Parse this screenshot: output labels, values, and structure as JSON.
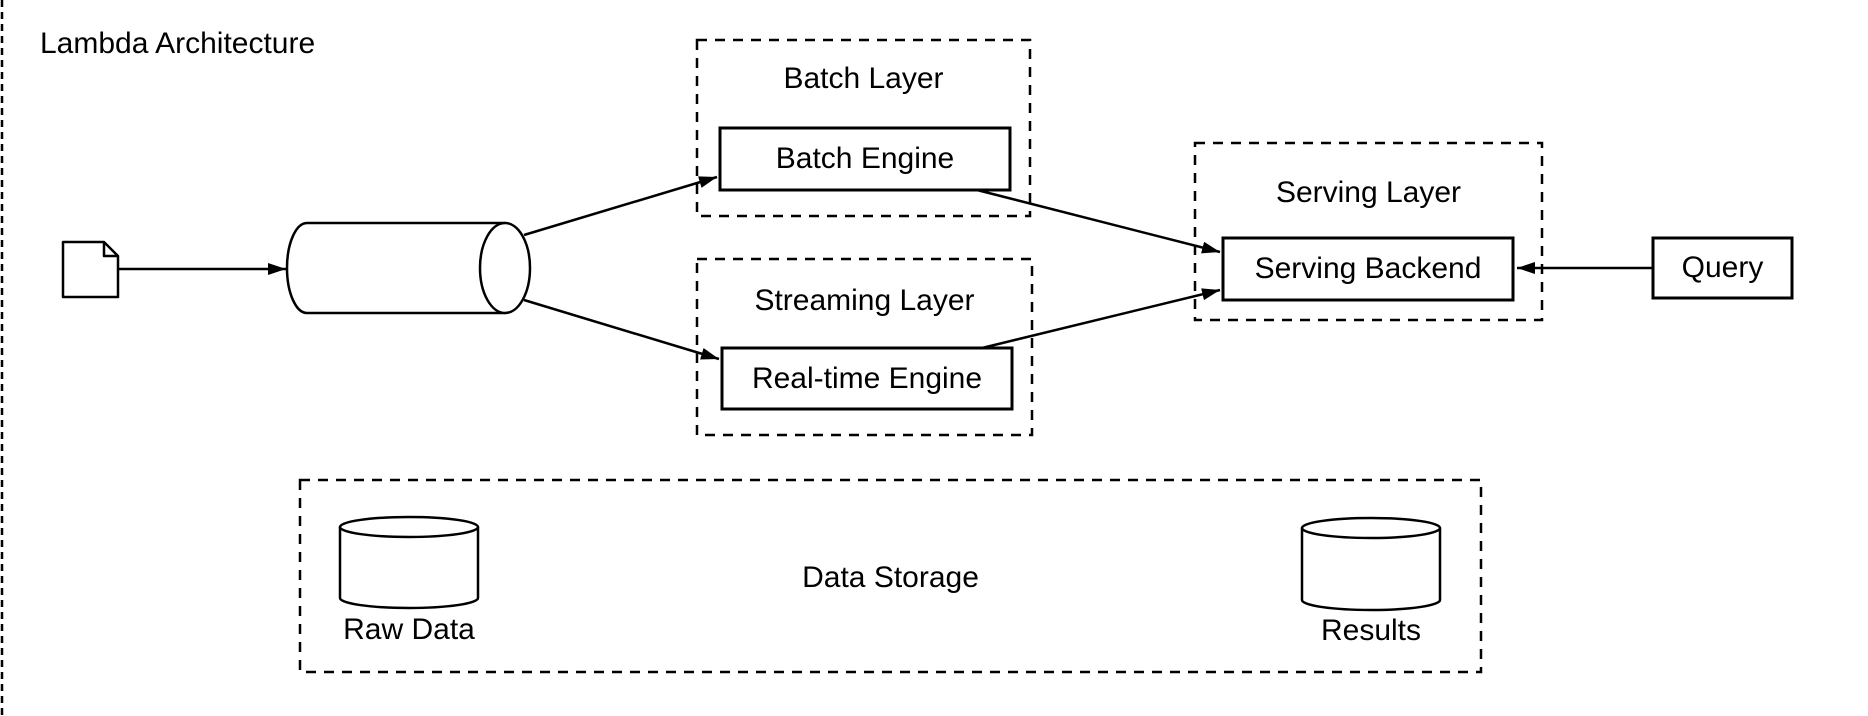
{
  "diagram": {
    "title": "Lambda Architecture",
    "groups": {
      "batch": {
        "label": "Batch Layer"
      },
      "streaming": {
        "label": "Streaming Layer"
      },
      "serving": {
        "label": "Serving Layer"
      },
      "storage": {
        "label": "Data Storage"
      }
    },
    "nodes": {
      "batch_engine": {
        "label": "Batch Engine"
      },
      "realtime_engine": {
        "label": "Real-time Engine"
      },
      "serving_backend": {
        "label": "Serving Backend"
      },
      "query": {
        "label": "Query"
      },
      "raw_data": {
        "label": "Raw Data"
      },
      "results": {
        "label": "Results"
      }
    },
    "icons": [
      "document-icon",
      "queue-cylinder-icon",
      "raw-data-database-icon",
      "results-database-icon"
    ],
    "edges": [
      {
        "from": "document",
        "to": "queue-cylinder"
      },
      {
        "from": "queue-cylinder",
        "to": "batch-engine"
      },
      {
        "from": "queue-cylinder",
        "to": "real-time-engine"
      },
      {
        "from": "batch-engine",
        "to": "serving-backend"
      },
      {
        "from": "real-time-engine",
        "to": "serving-backend"
      },
      {
        "from": "query",
        "to": "serving-backend"
      }
    ],
    "colors": {
      "stroke": "#000000",
      "fill": "#ffffff",
      "text": "#000000"
    }
  }
}
